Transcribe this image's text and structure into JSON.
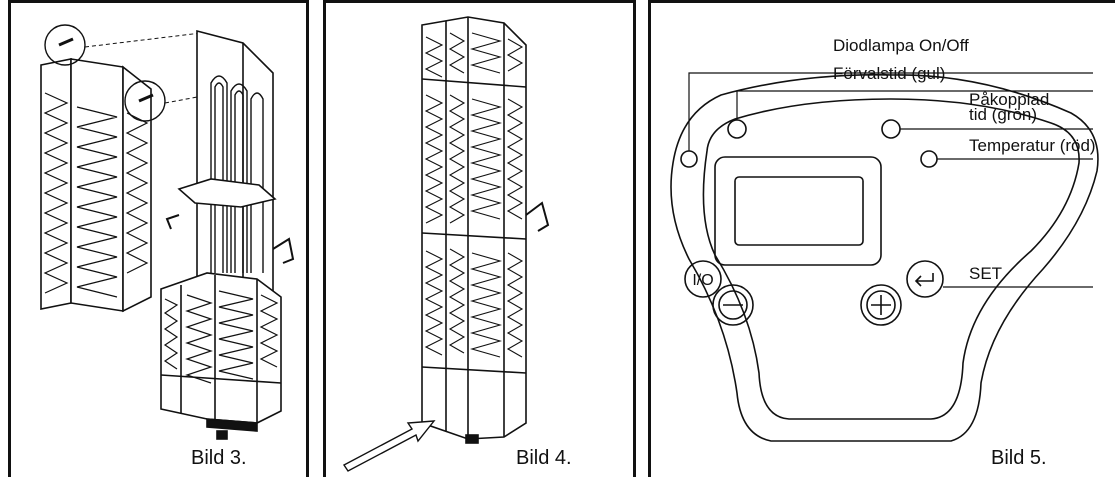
{
  "figures": [
    {
      "caption": "Bild 3."
    },
    {
      "caption": "Bild 4."
    },
    {
      "caption": "Bild 5."
    }
  ],
  "control_panel": {
    "labels": {
      "diode_lamp": "Diodlampa On/Off",
      "preset_time": "Förvalstid (gul)",
      "connected_time_line1": "Påkopplad",
      "connected_time_line2": "tid (grön)",
      "temperature": "Temperatur (röd)",
      "set": "SET"
    },
    "buttons": {
      "power": "I/O",
      "minus": "−",
      "plus": "+"
    }
  }
}
